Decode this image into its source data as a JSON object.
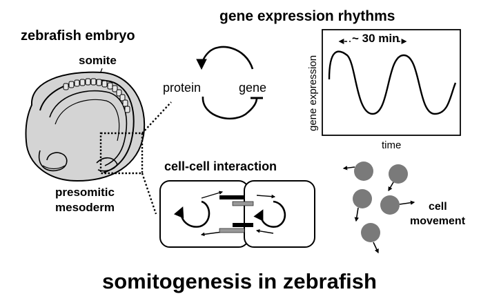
{
  "labels": {
    "embryo_title": "zebrafish embryo",
    "somite": "somite",
    "psm_line1": "presomitic",
    "psm_line2": "mesoderm",
    "protein": "protein",
    "gene": "gene",
    "rhythm_title": "gene expression rhythms",
    "period": "~ 30 min",
    "y_axis": "gene expression",
    "x_axis": "time",
    "interaction_title": "cell-cell interaction",
    "movement_line1": "cell",
    "movement_line2": "movement",
    "main_title": "somitogenesis in zebrafish"
  },
  "colors": {
    "embryo_fill": "#d4d4d4",
    "cell_gray": "#7a7a7a",
    "ink": "#000000",
    "ligand_gray": "#999999"
  }
}
